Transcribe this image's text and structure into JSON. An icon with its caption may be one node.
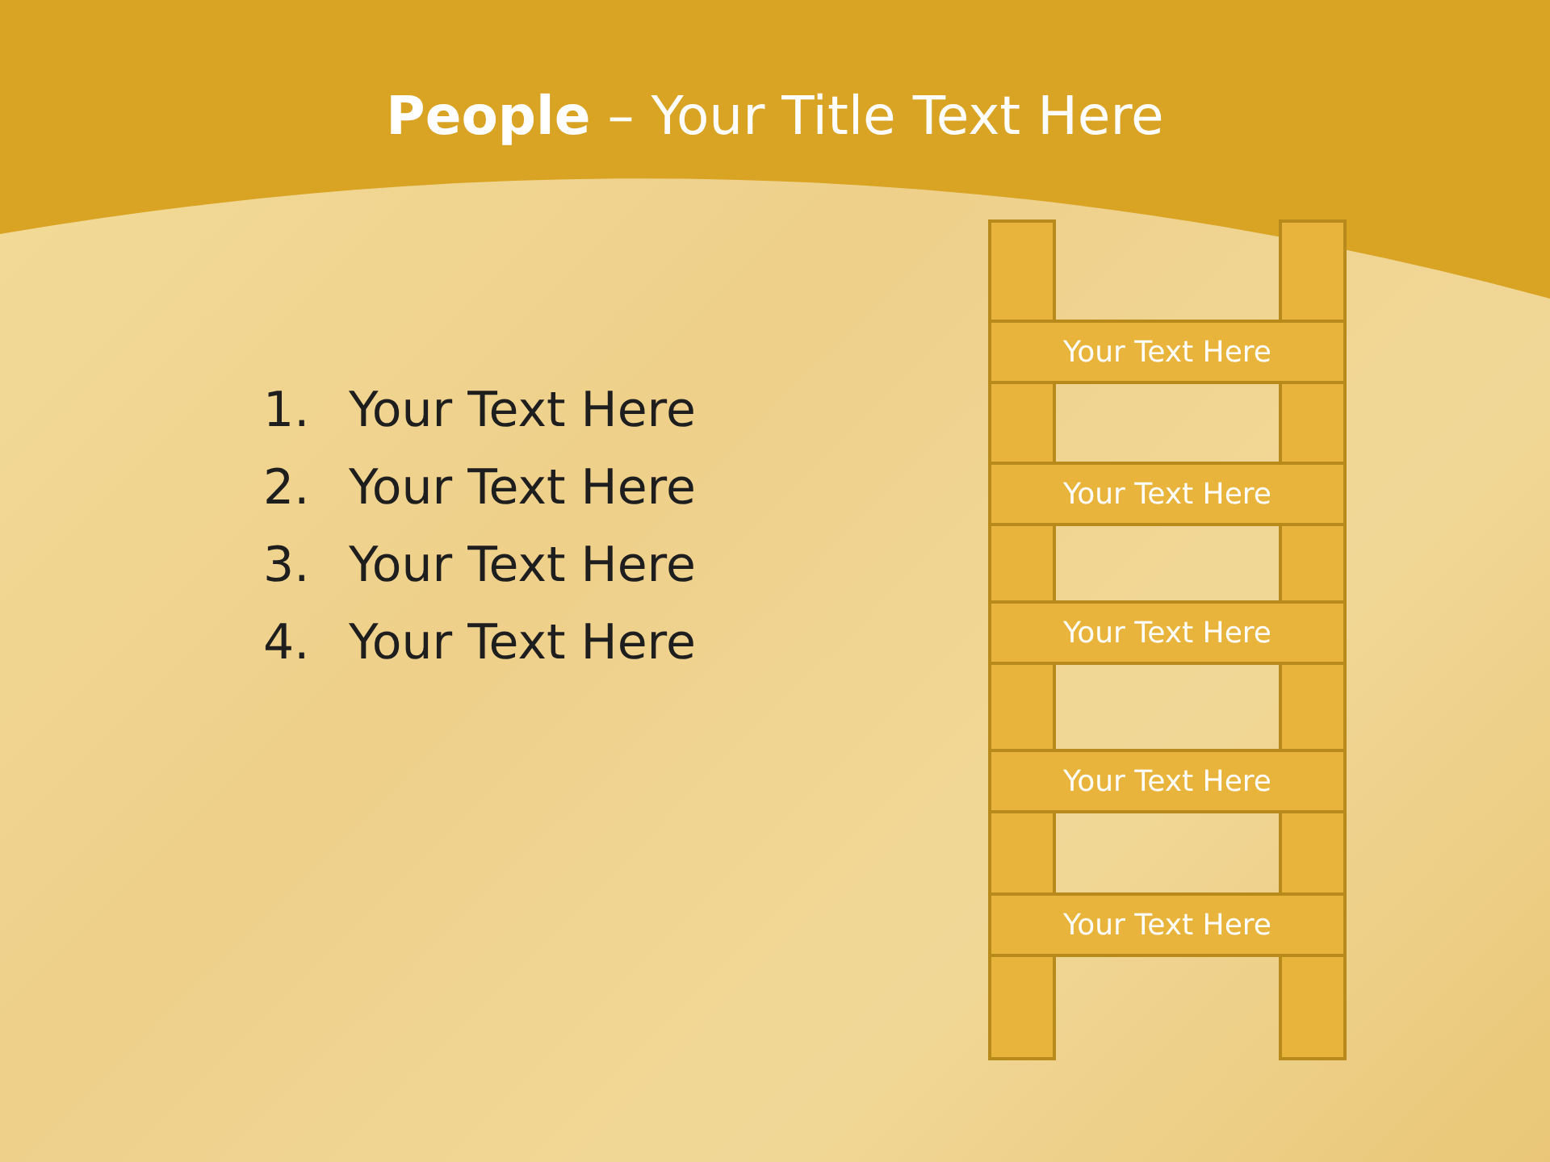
{
  "diagram": {
    "title": "**People** – Your Title Text Here",
    "nodes": [
      {
        "text": [],
        "shape": "bar"
      },
      {
        "text": [],
        "shape": "bar"
      },
      {
        "text": [
          "Your Text Here"
        ]
      },
      {
        "text": [
          "Your Text Here"
        ]
      },
      {
        "text": [
          "Your Text Here"
        ]
      },
      {
        "text": [
          "Your Text Here"
        ]
      },
      {
        "text": [
          "Your Text Here"
        ]
      }
    ],
    "labels": [
      "1.",
      "Your Text Here",
      "2.",
      "Your Text Here",
      "3.",
      "Your Text Here",
      "4.",
      "Your Text Here"
    ]
  }
}
